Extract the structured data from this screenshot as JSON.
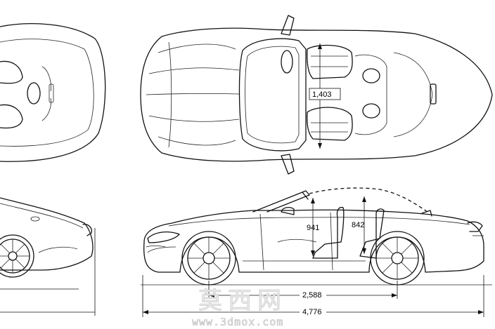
{
  "dimensions": {
    "interior_width": "1,403",
    "front_headroom": "941",
    "rear_headroom": "842",
    "wheelbase": "2,588",
    "overall_length": "4,776"
  },
  "watermark": {
    "chinese": "莫西网",
    "url": "www.3dmox.com"
  }
}
